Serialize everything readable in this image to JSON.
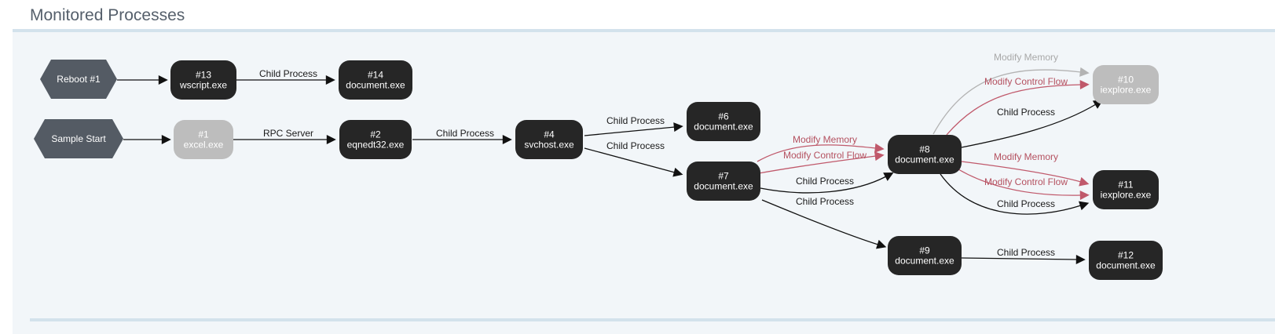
{
  "section": {
    "title": "Monitored Processes"
  },
  "colors": {
    "node_dark": "#262626",
    "node_dim": "#bdbdbd",
    "hexagon": "#545b64",
    "edge_black": "#111111",
    "edge_red": "#c0596b",
    "edge_grey": "#b3b3b3",
    "label_black": "#1a1a1a",
    "label_red": "#b4505f",
    "label_grey": "#a8a8a8"
  },
  "graph": {
    "nodes": [
      {
        "id": "reboot1",
        "shape": "hexagon",
        "style": "hex",
        "lines": [
          "Reboot #1"
        ]
      },
      {
        "id": "start",
        "shape": "hexagon",
        "style": "hex",
        "lines": [
          "Sample Start"
        ]
      },
      {
        "id": "n13",
        "shape": "rounded",
        "style": "dark",
        "lines": [
          "#13",
          "wscript.exe"
        ]
      },
      {
        "id": "n14",
        "shape": "rounded",
        "style": "dark",
        "lines": [
          "#14",
          "document.exe"
        ]
      },
      {
        "id": "n1",
        "shape": "rounded",
        "style": "dim",
        "lines": [
          "#1",
          "excel.exe"
        ]
      },
      {
        "id": "n2",
        "shape": "rounded",
        "style": "dark",
        "lines": [
          "#2",
          "eqnedt32.exe"
        ]
      },
      {
        "id": "n4",
        "shape": "rounded",
        "style": "dark",
        "lines": [
          "#4",
          "svchost.exe"
        ]
      },
      {
        "id": "n6",
        "shape": "rounded",
        "style": "dark",
        "lines": [
          "#6",
          "document.exe"
        ]
      },
      {
        "id": "n7",
        "shape": "rounded",
        "style": "dark",
        "lines": [
          "#7",
          "document.exe"
        ]
      },
      {
        "id": "n8",
        "shape": "rounded",
        "style": "dark",
        "lines": [
          "#8",
          "document.exe"
        ]
      },
      {
        "id": "n9",
        "shape": "rounded",
        "style": "dark",
        "lines": [
          "#9",
          "document.exe"
        ]
      },
      {
        "id": "n10",
        "shape": "rounded",
        "style": "dim",
        "lines": [
          "#10",
          "iexplore.exe"
        ]
      },
      {
        "id": "n11",
        "shape": "rounded",
        "style": "dark",
        "lines": [
          "#11",
          "iexplore.exe"
        ]
      },
      {
        "id": "n12",
        "shape": "rounded",
        "style": "dark",
        "lines": [
          "#12",
          "document.exe"
        ]
      }
    ],
    "edges": [
      {
        "from": "reboot1",
        "to": "n13",
        "label": "",
        "kind": "black"
      },
      {
        "from": "n13",
        "to": "n14",
        "label": "Child Process",
        "kind": "black"
      },
      {
        "from": "start",
        "to": "n1",
        "label": "",
        "kind": "black"
      },
      {
        "from": "n1",
        "to": "n2",
        "label": "RPC Server",
        "kind": "black"
      },
      {
        "from": "n2",
        "to": "n4",
        "label": "Child Process",
        "kind": "black"
      },
      {
        "from": "n4",
        "to": "n6",
        "label": "Child Process",
        "kind": "black"
      },
      {
        "from": "n4",
        "to": "n7",
        "label": "Child Process",
        "kind": "black"
      },
      {
        "from": "n7",
        "to": "n8",
        "label": "Modify Memory",
        "kind": "red"
      },
      {
        "from": "n7",
        "to": "n8",
        "label": "Modify Control Flow",
        "kind": "red"
      },
      {
        "from": "n7",
        "to": "n8",
        "label": "Child Process",
        "kind": "black"
      },
      {
        "from": "n7",
        "to": "n9",
        "label": "Child Process",
        "kind": "black"
      },
      {
        "from": "n8",
        "to": "n10",
        "label": "Modify Memory",
        "kind": "grey"
      },
      {
        "from": "n8",
        "to": "n10",
        "label": "Modify Control Flow",
        "kind": "red"
      },
      {
        "from": "n8",
        "to": "n10",
        "label": "Child Process",
        "kind": "black"
      },
      {
        "from": "n8",
        "to": "n11",
        "label": "Modify Memory",
        "kind": "red"
      },
      {
        "from": "n8",
        "to": "n11",
        "label": "Modify Control Flow",
        "kind": "red"
      },
      {
        "from": "n8",
        "to": "n11",
        "label": "Child Process",
        "kind": "black"
      },
      {
        "from": "n9",
        "to": "n12",
        "label": "Child Process",
        "kind": "black"
      }
    ]
  }
}
